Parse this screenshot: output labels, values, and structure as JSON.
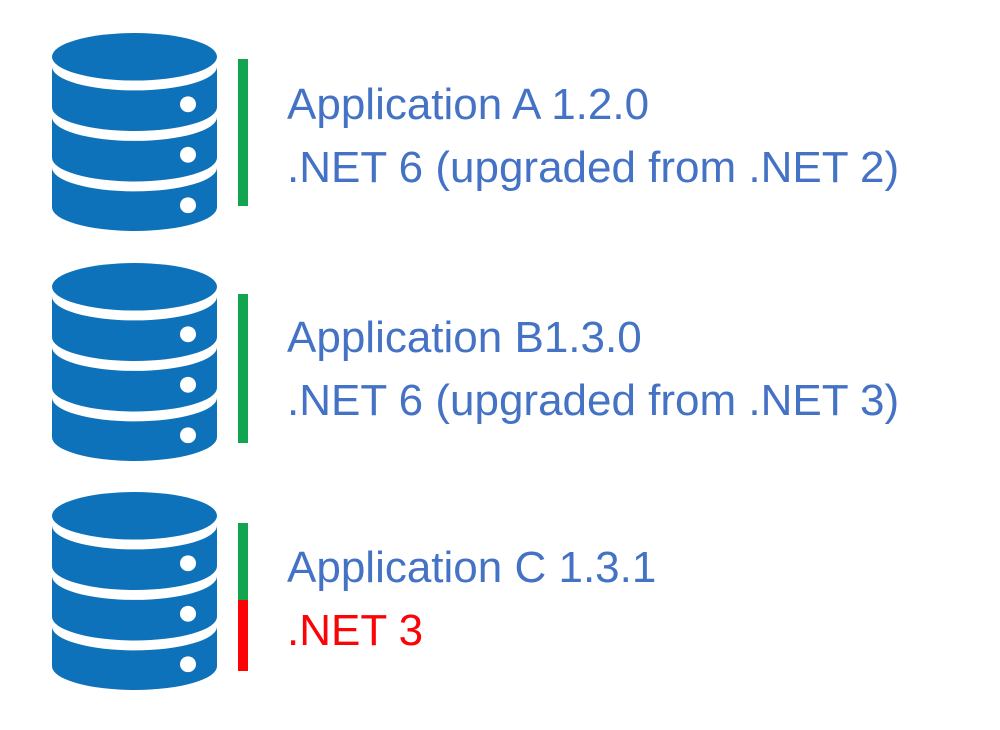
{
  "diagram": {
    "background": "#ffffff",
    "colors": {
      "database_icon_blue": "#0e72ba",
      "label_blue": "#4472c4",
      "bar_green": "#10a54e",
      "bar_red": "#fb0307"
    },
    "rows": [
      {
        "icon": "database-icon",
        "title": "Application A 1.2.0",
        "framework": ".NET 6 (upgraded from .NET 2)",
        "bar_segments": [
          "green"
        ]
      },
      {
        "icon": "database-icon",
        "title": "Application B1.3.0",
        "framework": ".NET 6 (upgraded from .NET 3)",
        "bar_segments": [
          "green"
        ]
      },
      {
        "icon": "database-icon",
        "title": "Application C 1.3.1",
        "framework": ".NET 3",
        "bar_segments": [
          "green",
          "red"
        ]
      }
    ]
  }
}
